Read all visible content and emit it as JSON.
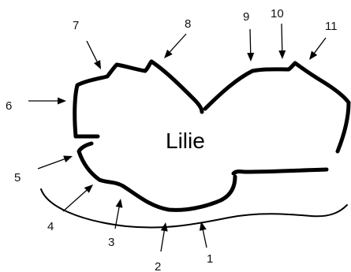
{
  "center_label": "Lilie",
  "markers": [
    "1",
    "2",
    "3",
    "4",
    "5",
    "6",
    "7",
    "8",
    "9",
    "10",
    "11"
  ]
}
